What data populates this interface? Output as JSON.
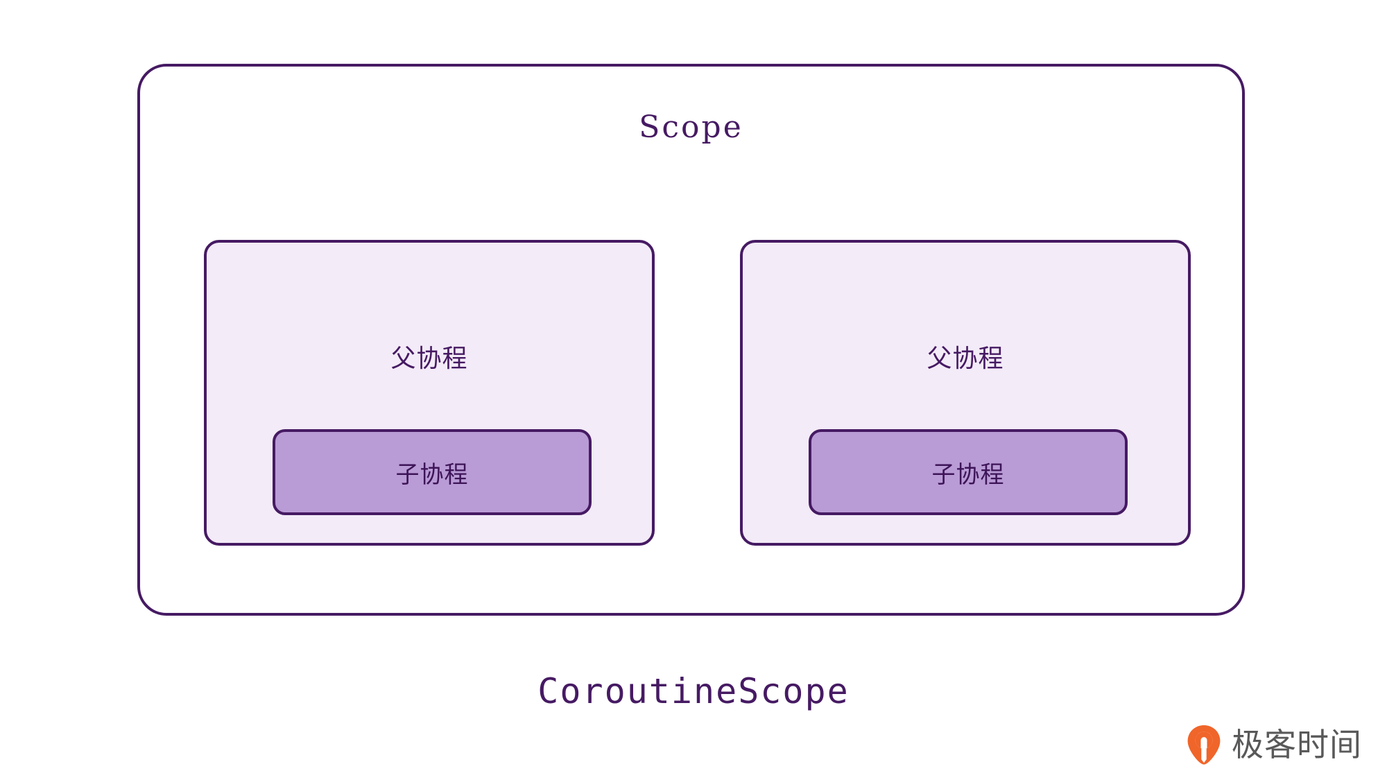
{
  "diagram": {
    "outer_container": {
      "name": "Scope",
      "title": "Scope"
    },
    "parents": [
      {
        "label": "父协程",
        "child": {
          "label": "子协程"
        }
      },
      {
        "label": "父协程",
        "child": {
          "label": "子协程"
        }
      }
    ],
    "caption": "CoroutineScope"
  },
  "watermark": {
    "brand_text": "极客时间",
    "mark_icon": "geektime-pin-icon"
  },
  "colors": {
    "border": "#461a63",
    "text": "#461a63",
    "parent_fill": "#f3ebf8",
    "child_fill": "#b99bd5",
    "canvas": "#ffffff",
    "logo_orange": "#f0652a",
    "logo_text": "#595959"
  }
}
